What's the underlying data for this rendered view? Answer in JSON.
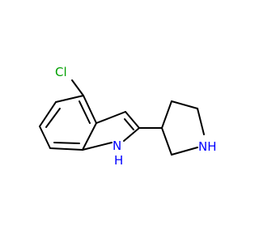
{
  "molecule": {
    "atoms": {
      "chlorine": "Cl",
      "indole_nitrogen": "N",
      "indole_nitrogen_h": "H",
      "pyrrolidine_nitrogen": "NH"
    },
    "colors": {
      "bond": "#000000",
      "chlorine": "#00a000",
      "nitrogen": "#0000ff"
    }
  }
}
